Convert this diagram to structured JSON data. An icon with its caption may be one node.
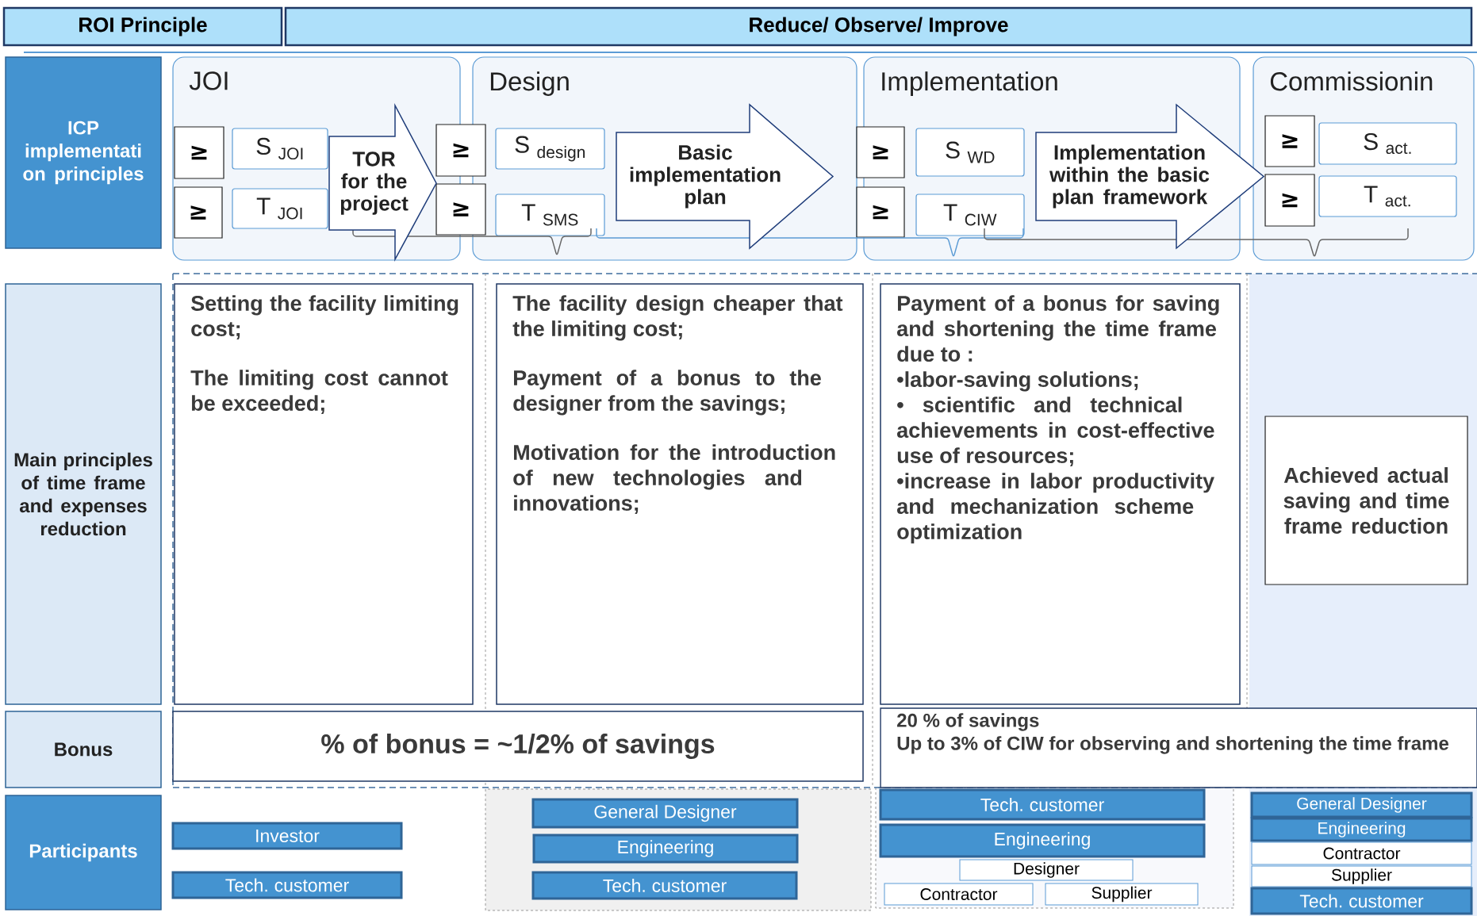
{
  "diagram": {
    "nodes": [
      {
        "text": [
          "ROI Principle"
        ]
      },
      {
        "text": [
          "Reduce/ Observe/ Improve"
        ]
      },
      {
        "text": [
          "ICP implementati on principles"
        ]
      },
      {
        "text": [
          "JOI"
        ]
      },
      {
        "text": [
          "≥"
        ],
        "in": 3
      },
      {
        "text": [
          "S $_{JOI}$"
        ],
        "in": 3
      },
      {
        "text": [
          "≥"
        ],
        "in": 3
      },
      {
        "text": [
          "T $_{JOI}$"
        ],
        "in": 3
      },
      {
        "text": [
          "TOR for the project"
        ],
        "in": 3
      },
      {
        "text": [
          "Design"
        ]
      },
      {
        "text": [
          "≥"
        ]
      },
      {
        "text": [
          "S $_{design}$"
        ],
        "in": 9
      },
      {
        "text": [
          "≥"
        ]
      },
      {
        "text": [
          "T $_{SMS}$"
        ],
        "in": 9
      },
      {
        "text": [
          "Basic implementation plan"
        ],
        "in": 9
      },
      {
        "text": [
          "Implementation"
        ]
      },
      {
        "text": [
          "≥"
        ]
      },
      {
        "text": [
          "S $_{WD}$"
        ],
        "in": 15
      },
      {
        "text": [
          "≥"
        ]
      },
      {
        "text": [
          "T $_{CIW}$"
        ],
        "in": 15
      },
      {
        "text": [
          "Implementation within the basic plan framework"
        ]
      },
      {
        "text": [
          "Commissionin"
        ]
      },
      {
        "text": [
          "≥"
        ],
        "in": 21
      },
      {
        "text": [
          "S $_{act.}$"
        ],
        "in": 21
      },
      {
        "text": [
          "≥"
        ],
        "in": 21
      },
      {
        "text": [
          "T $_{act.}$"
        ],
        "in": 21
      },
      {
        "text": [
          "Main principles of time frame and expenses reduction"
        ]
      },
      {
        "text": [
          "Setting the facility limiting cost;",
          "The limiting cost cannot be exceeded;"
        ]
      },
      {
        "text": [
          "The facility design cheaper that the limiting cost;",
          "Payment of a bonus to the designer from the savings;",
          "Motivation for the introduction of new technologies and innovations;"
        ]
      },
      {
        "text": [
          "Payment of a bonus for saving and shortening the time frame due to :",
          "•labor-saving solutions;",
          "• scientific and technical achievements in cost-effective use of resources;",
          "•increase in labor productivity and mechanization scheme optimization"
        ]
      },
      {
        "text": [
          "Achieved actual saving and time frame reduction"
        ]
      },
      {
        "text": [
          "Bonus"
        ]
      },
      {
        "text": [
          "% of bonus = ~1/2% of savings"
        ]
      },
      {
        "text": [
          "20 % of savings",
          "Up to 3% of CIW for observing and shortening the time frame"
        ]
      },
      {
        "text": [
          "Participants"
        ]
      },
      {
        "text": [
          "Investor"
        ]
      },
      {
        "text": [
          "Tech. customer"
        ]
      },
      {
        "text": [
          "General Designer"
        ]
      },
      {
        "text": [
          "Engineering"
        ]
      },
      {
        "text": [
          "Tech. customer"
        ]
      },
      {
        "text": [
          "Tech. customer"
        ]
      },
      {
        "text": [
          "Engineering"
        ]
      },
      {
        "text": [
          "Designer"
        ]
      },
      {
        "text": [
          "Contractor"
        ]
      },
      {
        "text": [
          "Supplier"
        ]
      },
      {
        "text": [
          "General Designer"
        ]
      },
      {
        "text": [
          "Engineering"
        ]
      },
      {
        "text": [
          "Contractor"
        ]
      },
      {
        "text": [
          "Supplier"
        ]
      },
      {
        "text": [
          "Tech. customer"
        ]
      }
    ]
  }
}
